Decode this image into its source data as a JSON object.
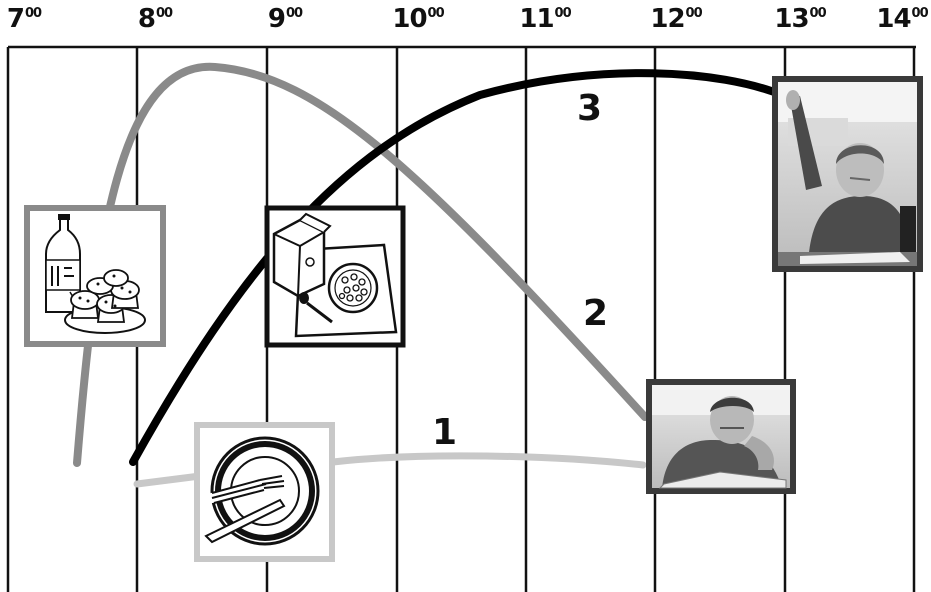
{
  "time_axis": {
    "hours": [
      {
        "h": "7",
        "m": "00"
      },
      {
        "h": "8",
        "m": "00"
      },
      {
        "h": "9",
        "m": "00"
      },
      {
        "h": "10",
        "m": "00"
      },
      {
        "h": "11",
        "m": "00"
      },
      {
        "h": "12",
        "m": "00"
      },
      {
        "h": "13",
        "m": "00"
      },
      {
        "h": "14",
        "m": "00"
      }
    ]
  },
  "curves": [
    {
      "label": "1",
      "color": "#c8c8c8"
    },
    {
      "label": "2",
      "color": "#8a8a8a"
    },
    {
      "label": "3",
      "color": "#000000"
    }
  ],
  "pictures": [
    {
      "icon": "bottle-and-muffins-icon",
      "frame_color": "#8a8a8a"
    },
    {
      "icon": "milk-carton-and-cereal-icon",
      "frame_color": "#111111"
    },
    {
      "icon": "plate-fork-knife-icon",
      "frame_color": "#c8c8c8"
    },
    {
      "icon": "boy-reading-photo",
      "frame_color": "#3a3a3a"
    },
    {
      "icon": "boy-raising-hand-photo",
      "frame_color": "#3a3a3a"
    }
  ]
}
